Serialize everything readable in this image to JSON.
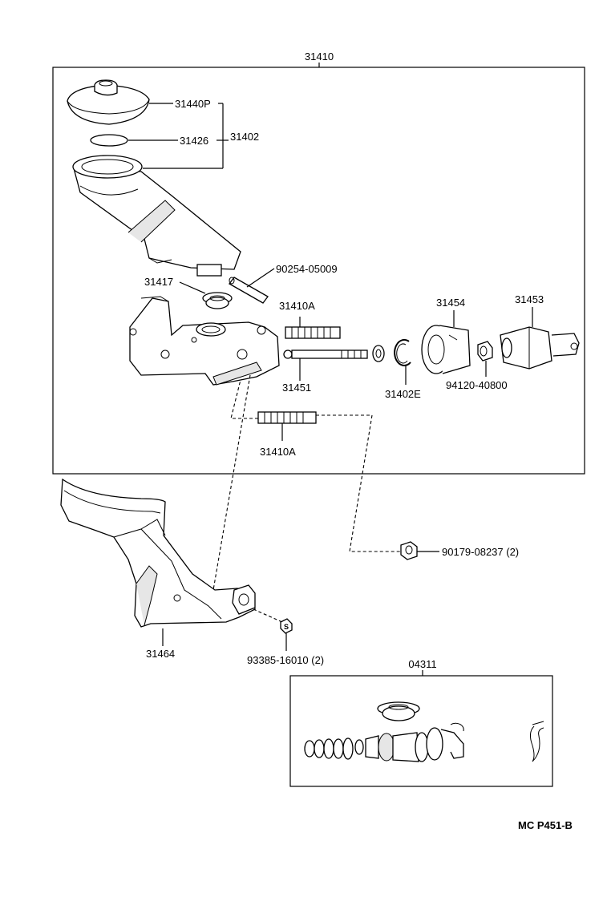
{
  "labels": {
    "p31410": "31410",
    "p31440P": "31440P",
    "p31426": "31426",
    "p31402": "31402",
    "p90254": "90254-05009",
    "p31417": "31417",
    "p31410A_top": "31410A",
    "p31454": "31454",
    "p31453": "31453",
    "p31451": "31451",
    "p31402E": "31402E",
    "p94120": "94120-40800",
    "p31410A_bottom": "31410A",
    "p90179": "90179-08237 (2)",
    "p31464": "31464",
    "p93385": "93385-16010 (2)",
    "p04311": "04311",
    "ref": "MC  P451-B"
  }
}
